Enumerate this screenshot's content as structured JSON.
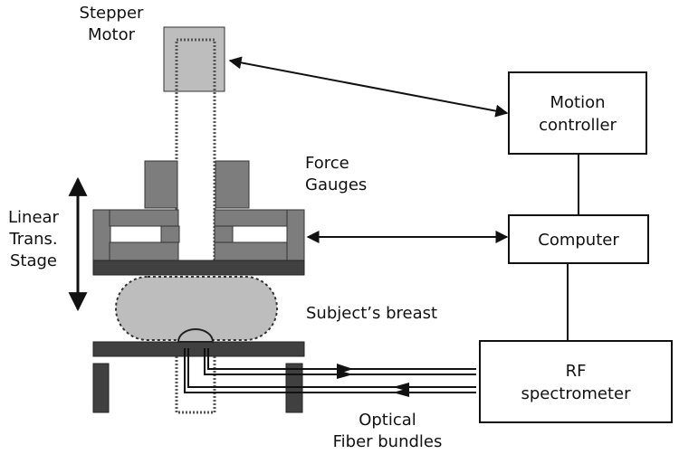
{
  "labels": {
    "stepper_motor": [
      "Stepper",
      "Motor"
    ],
    "force_gauges": [
      "Force",
      "Gauges"
    ],
    "linear_stage": [
      "Linear",
      "Trans.",
      "Stage"
    ],
    "subject_breast": "Subject’s breast",
    "optical_fiber": [
      "Optical",
      "Fiber bundles"
    ]
  },
  "boxes": {
    "motion_controller": [
      "Motion",
      "controller"
    ],
    "computer": "Computer",
    "rf_spectrometer": [
      "RF",
      "spectrometer"
    ]
  },
  "colors": {
    "dark": "#404040",
    "medium": "#7d7d7d",
    "light": "#bdbdbd",
    "line": "#111111"
  }
}
